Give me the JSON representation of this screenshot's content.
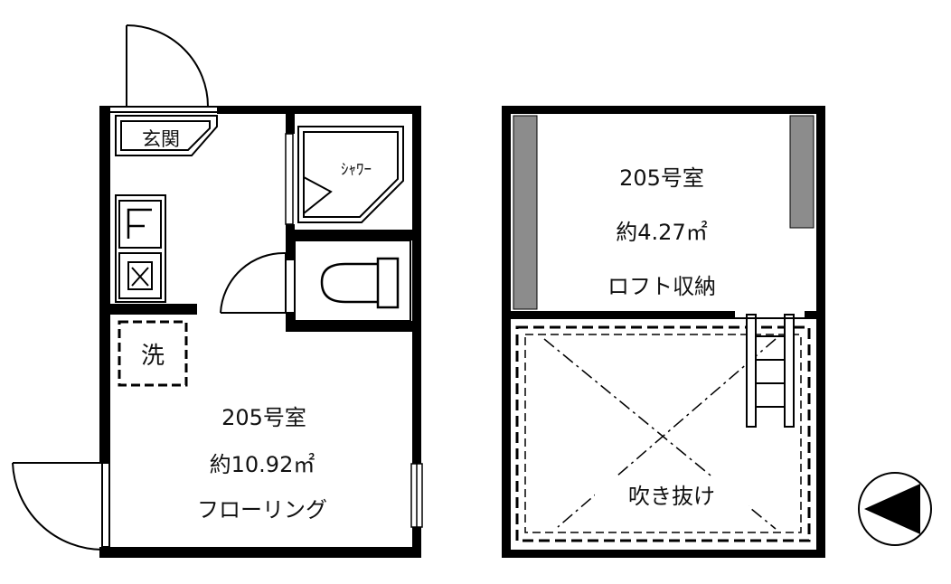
{
  "ground_floor": {
    "entrance": "玄関",
    "shower": "ｼｬﾜｰ",
    "washer": "洗",
    "room_number": "205号室",
    "area": "約10.92㎡",
    "flooring": "フローリング"
  },
  "loft": {
    "room_number": "205号室",
    "area": "約4.27㎡",
    "storage": "ロフト収納",
    "void": "吹き抜け"
  },
  "colors": {
    "wall": "#000000",
    "loft_column": "#8c8c8c",
    "background": "#ffffff"
  },
  "icons": {
    "compass": "north-arrow-icon",
    "ladder": "ladder-icon",
    "toilet": "toilet-icon",
    "sink": "sink-icon",
    "stove": "stove-icon"
  }
}
